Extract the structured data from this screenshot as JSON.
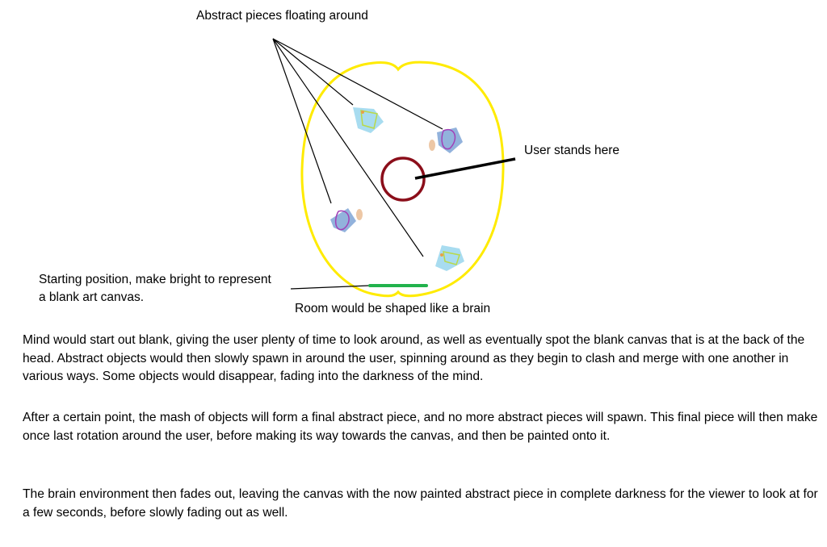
{
  "labels": {
    "abstract_pieces": "Abstract pieces floating around",
    "user_stands": "User stands here",
    "starting_position_line1": "Starting position, make bright to represent",
    "starting_position_line2": "a blank art canvas.",
    "room_shape": "Room would be shaped like a brain"
  },
  "colors": {
    "brain_outline": "#ffeb00",
    "user_circle": "#8b0e1a",
    "canvas": "#22b24c"
  },
  "paragraphs": [
    "Mind would start out blank, giving the user plenty of time to look around, as well as eventually spot the blank canvas that is at the back of the head. Abstract objects would then slowly spawn in around the user, spinning around as they begin to clash and merge with one another in various ways. Some objects would disappear, fading into the darkness of the mind.",
    "After a certain point, the mash of objects will form a final abstract piece, and no more abstract pieces will spawn. This final piece will then make once last rotation around the user, before making its way towards the canvas, and then be painted onto it.",
    "The brain environment then fades out, leaving the canvas with the now painted abstract piece in complete darkness for the viewer to look at for a few seconds, before slowly fading out as well."
  ]
}
